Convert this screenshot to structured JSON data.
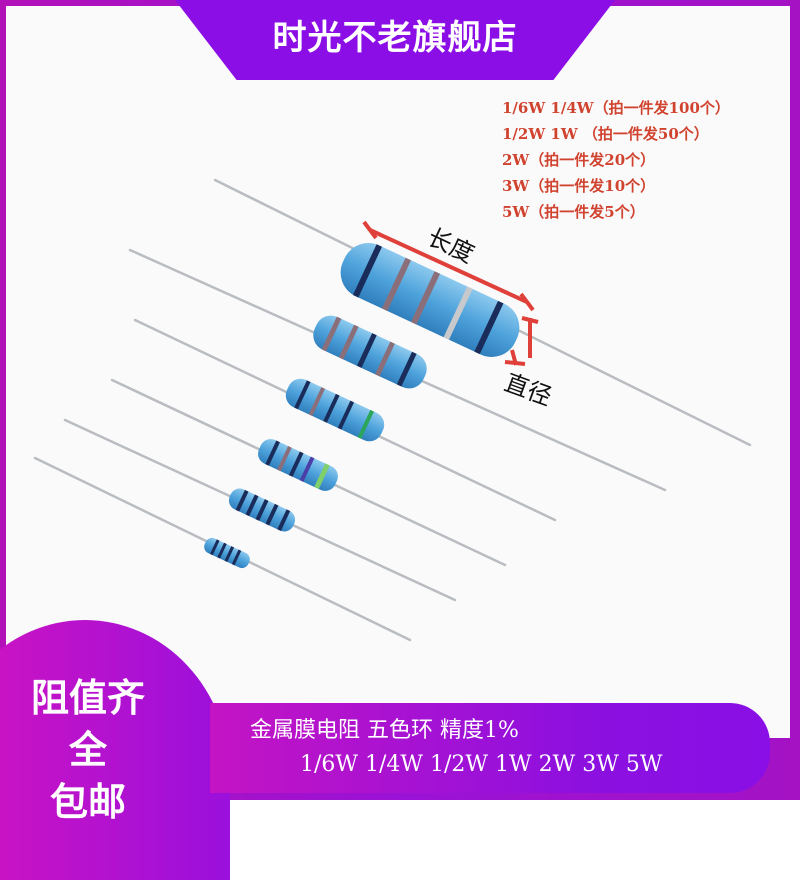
{
  "header": {
    "title": "时光不老旗舰店"
  },
  "specs": [
    "1/6W 1/4W（拍一件发100个）",
    "1/2W 1W （拍一件发50个）",
    "2W（拍一件发20个）",
    "3W（拍一件发10个）",
    "5W（拍一件发5个）"
  ],
  "labels": {
    "length": "长度",
    "diameter": "直径"
  },
  "badge": {
    "line1": "阻值齐全",
    "line2": "包邮"
  },
  "footer": {
    "line1": "金属膜电阻 五色环 精度1%",
    "line2": "1/6W 1/4W 1/2W 1W 2W 3W 5W"
  },
  "colors": {
    "brand_purple": "#8b0ee6",
    "magenta": "#d514be",
    "spec_red": "#d0432f",
    "resistor_blue": "#4fa3dc"
  }
}
